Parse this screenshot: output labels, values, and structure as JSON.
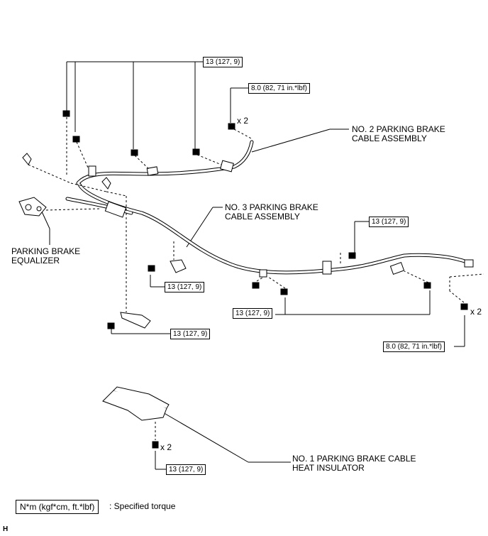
{
  "torque": {
    "t13": "13 (127, 9)",
    "t8": "8.0 (82, 71 in.*lbf)"
  },
  "multiplier": "x 2",
  "parts": {
    "cable_no2_line1": "NO. 2 PARKING BRAKE",
    "cable_no2_line2": "CABLE ASSEMBLY",
    "cable_no3_line1": "NO. 3 PARKING BRAKE",
    "cable_no3_line2": "CABLE ASSEMBLY",
    "equalizer_line1": "PARKING BRAKE",
    "equalizer_line2": "EQUALIZER",
    "insulator_line1": "NO. 1 PARKING BRAKE CABLE",
    "insulator_line2": "HEAT INSULATOR"
  },
  "legend": {
    "unit": "N*m (kgf*cm, ft.*lbf)",
    "text": ": Specified torque"
  },
  "corner_mark": "H"
}
